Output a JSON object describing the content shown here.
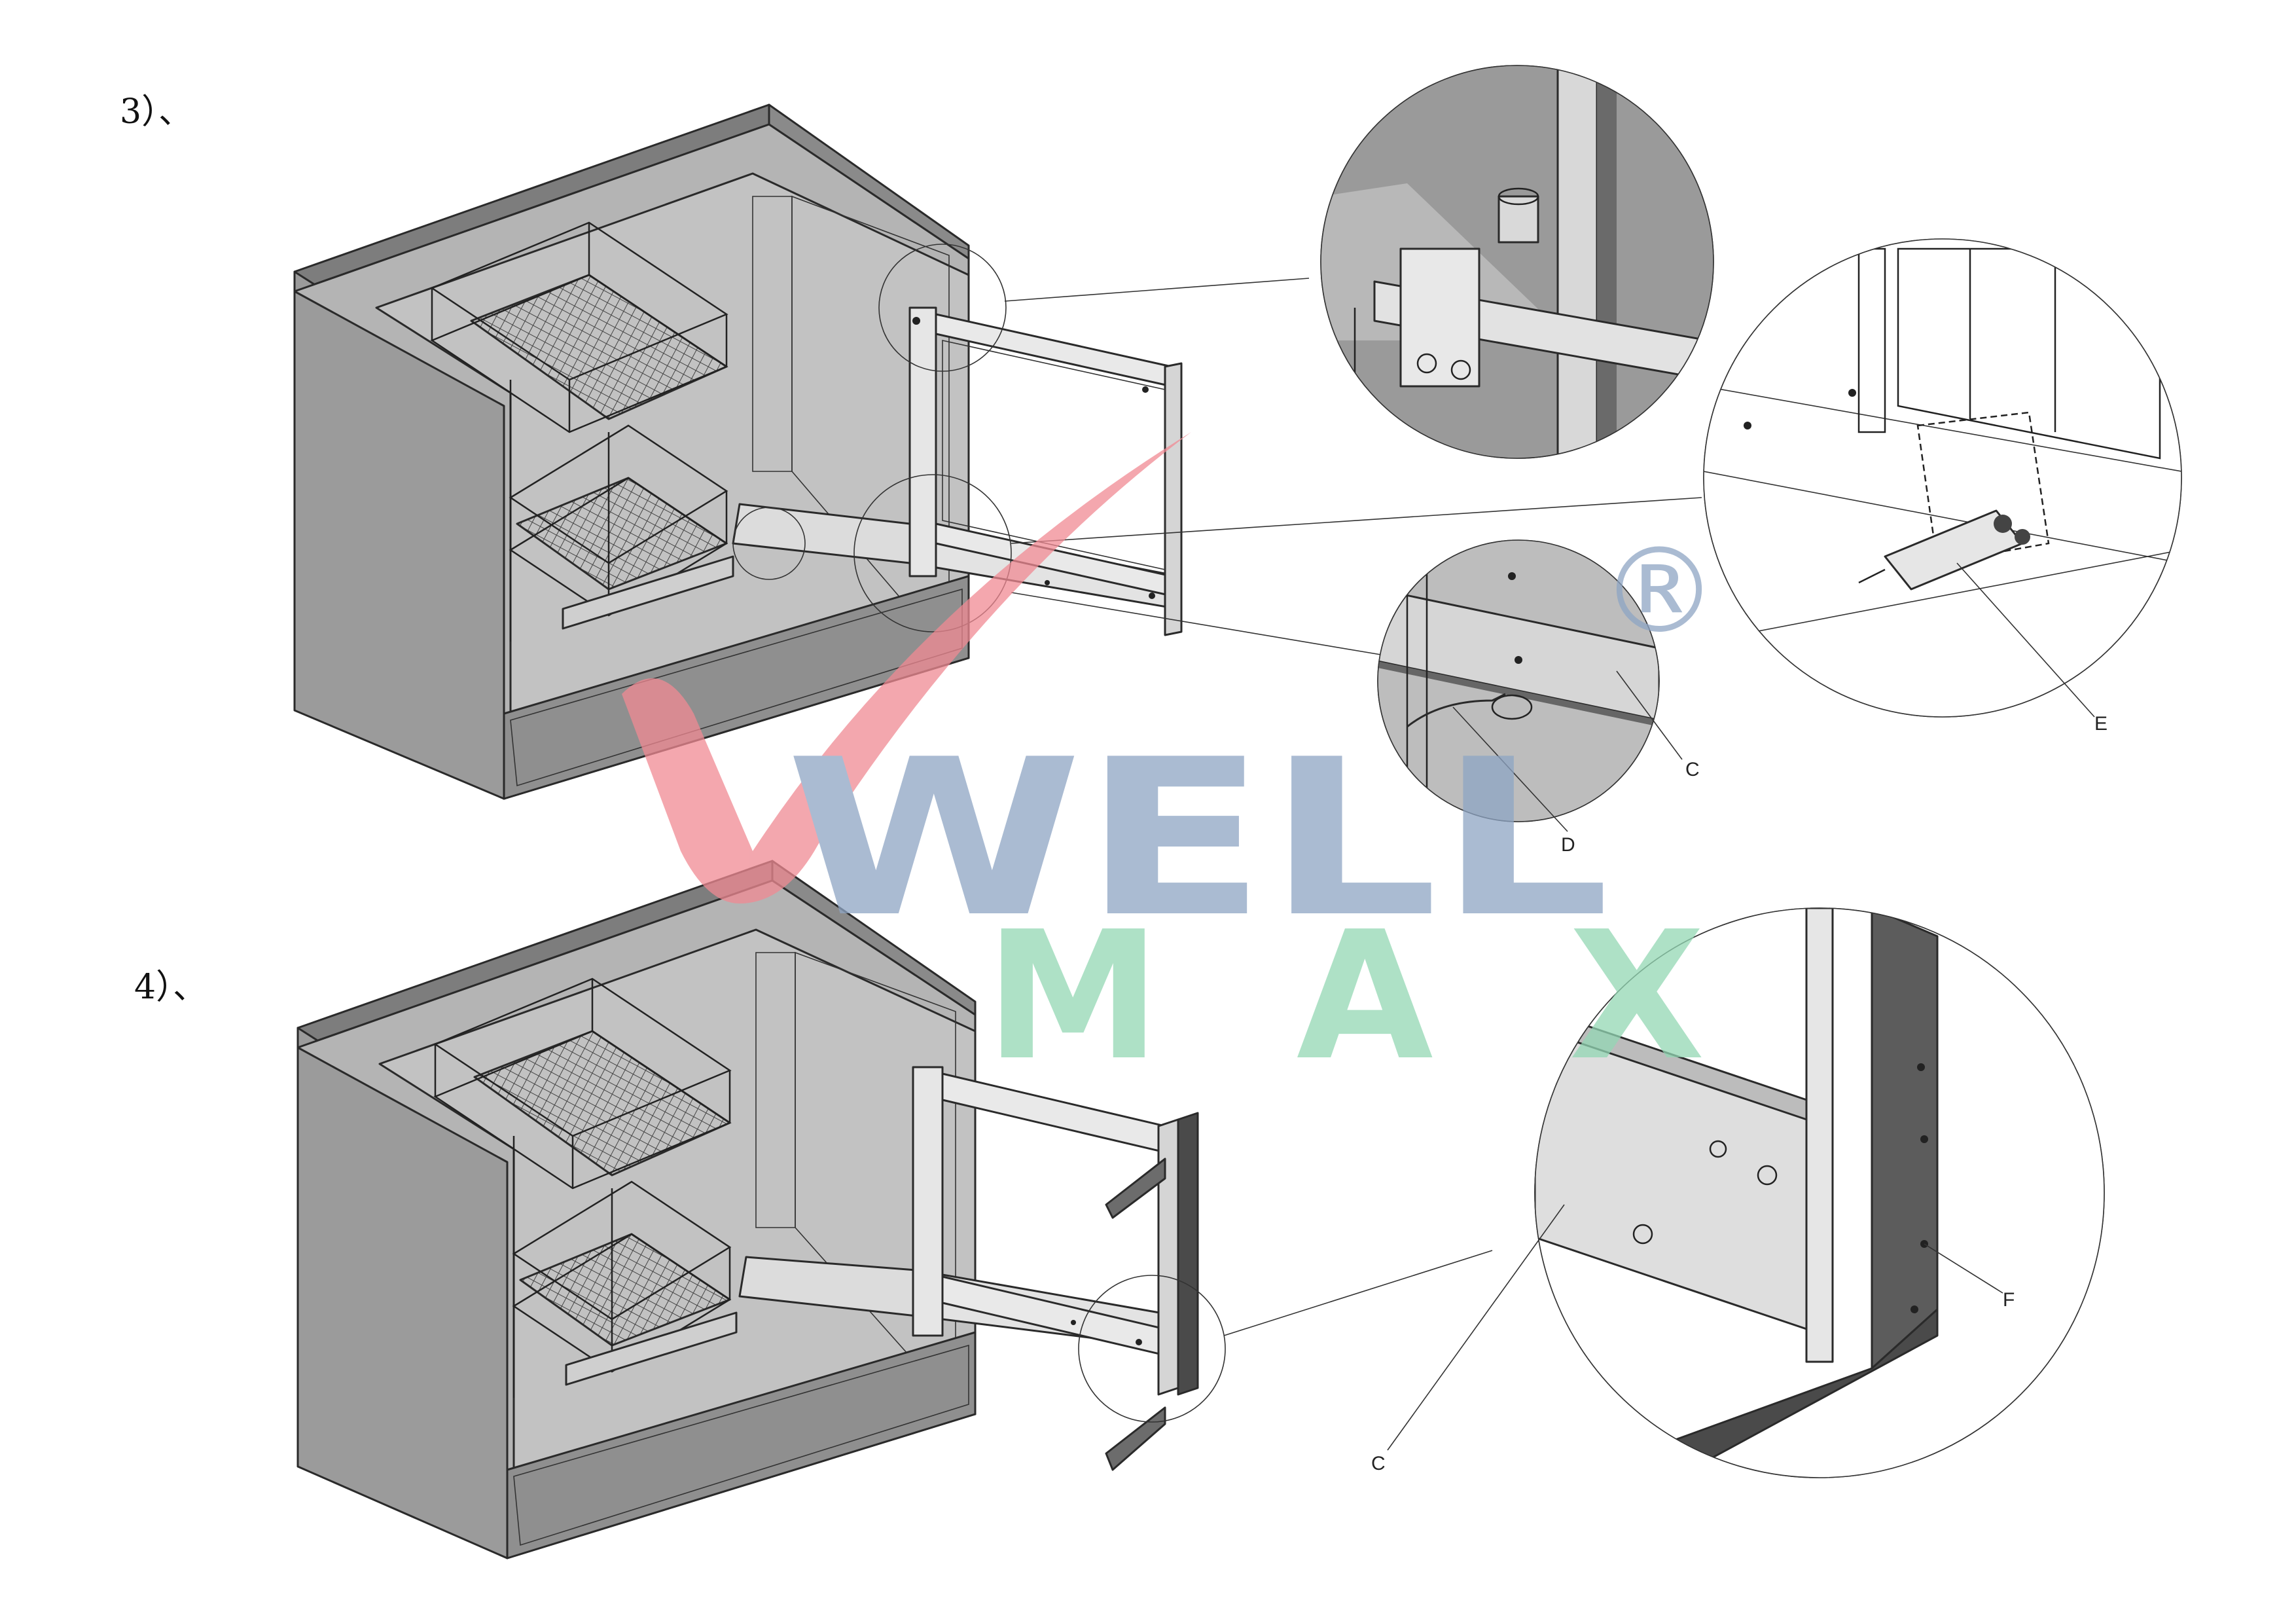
{
  "steps": [
    {
      "label": "3）、"
    },
    {
      "label": "4）、"
    }
  ],
  "callouts": {
    "c_top": "C",
    "d_top": "D",
    "e_top": "E",
    "c_bottom": "C",
    "f_bottom": "F"
  },
  "watermark": {
    "line1": "WELL",
    "line2": "MAX",
    "registered": "®",
    "colors": {
      "check": "#f08a93",
      "well": "#8ea5c4",
      "max": "#93d7b4",
      "registered": "#8ea5c4"
    }
  }
}
